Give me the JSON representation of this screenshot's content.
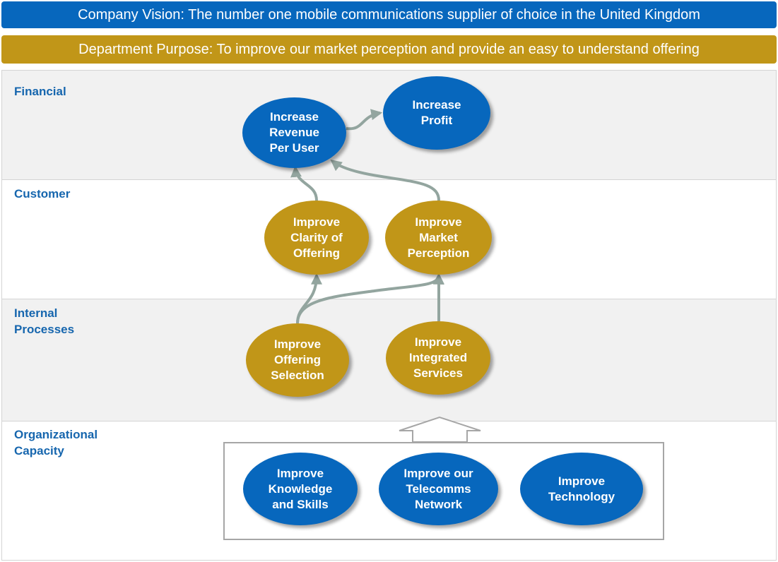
{
  "banners": {
    "vision": "Company Vision: The number one mobile communications supplier of choice in the United Kingdom",
    "purpose": "Department Purpose:  To improve our market perception and provide an easy to understand offering"
  },
  "perspectives": {
    "financial": "Financial",
    "customer": "Customer",
    "internal": "Internal\nProcesses",
    "organizational": "Organizational\nCapacity"
  },
  "objectives": {
    "increase_revenue_per_user": "Increase\nRevenue\nPer User",
    "increase_profit": "Increase\nProfit",
    "improve_clarity_of_offering": "Improve\nClarity of\nOffering",
    "improve_market_perception": "Improve\nMarket\nPerception",
    "improve_offering_selection": "Improve\nOffering\nSelection",
    "improve_integrated_services": "Improve\nIntegrated\nServices",
    "improve_knowledge_and_skills": "Improve\nKnowledge\nand Skills",
    "improve_telecomms_network": "Improve our\nTelecomms\nNetwork",
    "improve_technology": "Improve\nTechnology"
  },
  "colors": {
    "financial_and_capacity_nodes": "#0767bd",
    "customer_and_process_nodes": "#c19618",
    "perspective_label": "#1666ae",
    "arrow": "#93a59f"
  },
  "links": [
    {
      "from": "increase_revenue_per_user",
      "to": "increase_profit"
    },
    {
      "from": "improve_clarity_of_offering",
      "to": "increase_revenue_per_user"
    },
    {
      "from": "improve_market_perception",
      "to": "increase_revenue_per_user"
    },
    {
      "from": "improve_offering_selection",
      "to": "improve_clarity_of_offering"
    },
    {
      "from": "improve_offering_selection",
      "to": "improve_market_perception"
    },
    {
      "from": "improve_integrated_services",
      "to": "improve_market_perception"
    },
    {
      "from": "organizational_capacity",
      "to": "internal_processes"
    }
  ]
}
